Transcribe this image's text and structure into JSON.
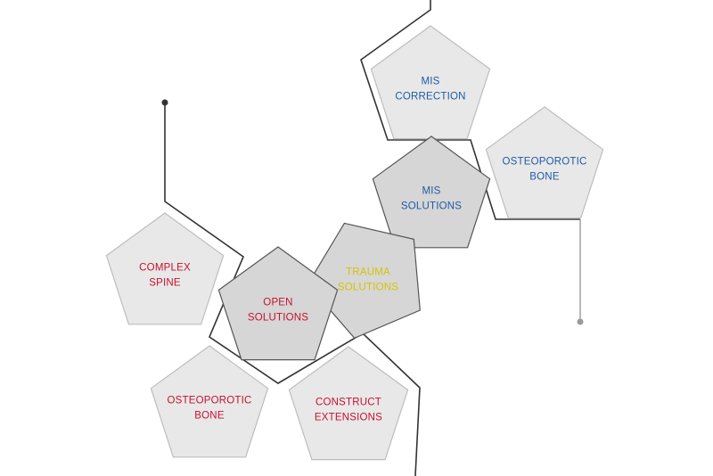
{
  "colors": {
    "red": "#c8102e",
    "blue": "#1f5aa6",
    "yellow": "#d4c400"
  },
  "nodes": {
    "mis_correction": {
      "lines": [
        "MIS",
        "CORRECTION"
      ],
      "color": "#1f5aa6"
    },
    "osteoporotic_bone_right": {
      "lines": [
        "OSTEOPOROTIC",
        "BONE"
      ],
      "color": "#1f5aa6"
    },
    "mis_solutions": {
      "lines": [
        "MIS",
        "SOLUTIONS"
      ],
      "color": "#1f5aa6"
    },
    "trauma_solutions": {
      "lines": [
        "TRAUMA",
        "SOLUTIONS"
      ],
      "color": "#d4c400"
    },
    "open_solutions": {
      "lines": [
        "OPEN",
        "SOLUTIONS"
      ],
      "color": "#c8102e"
    },
    "complex_spine": {
      "lines": [
        "COMPLEX",
        "SPINE"
      ],
      "color": "#c8102e"
    },
    "osteoporotic_bone_left": {
      "lines": [
        "OSTEOPOROTIC",
        "BONE"
      ],
      "color": "#c8102e"
    },
    "construct_extensions": {
      "lines": [
        "CONSTRUCT",
        "EXTENSIONS"
      ],
      "color": "#c8102e"
    }
  }
}
